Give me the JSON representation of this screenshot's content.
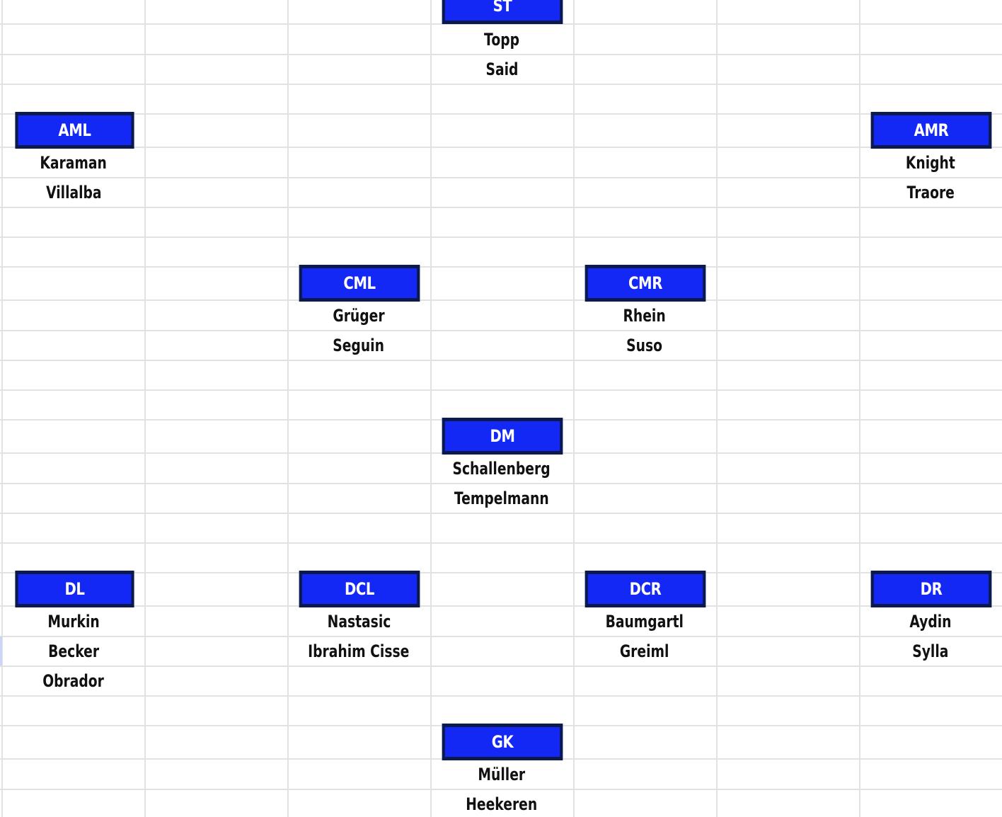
{
  "colors": {
    "header_fill": "#1428f5",
    "header_border": "#0b1a4a",
    "header_text": "#ffffff",
    "player_text": "#111111",
    "grid": "#e2e2e2"
  },
  "positions": {
    "st": {
      "label": "ST",
      "players": [
        "Topp",
        "Said"
      ]
    },
    "aml": {
      "label": "AML",
      "players": [
        "Karaman",
        "Villalba"
      ]
    },
    "amr": {
      "label": "AMR",
      "players": [
        "Knight",
        "Traore"
      ]
    },
    "cml": {
      "label": "CML",
      "players": [
        "Grüger",
        "Seguin"
      ]
    },
    "cmr": {
      "label": "CMR",
      "players": [
        "Rhein",
        "Suso"
      ]
    },
    "dm": {
      "label": "DM",
      "players": [
        "Schallenberg",
        "Tempelmann"
      ]
    },
    "dl": {
      "label": "DL",
      "players": [
        "Murkin",
        "Becker",
        "Obrador"
      ]
    },
    "dcl": {
      "label": "DCL",
      "players": [
        "Nastasic",
        "Ibrahim Cisse"
      ]
    },
    "dcr": {
      "label": "DCR",
      "players": [
        "Baumgartl",
        "Greiml"
      ]
    },
    "dr": {
      "label": "DR",
      "players": [
        "Aydin",
        "Sylla"
      ]
    },
    "gk": {
      "label": "GK",
      "players": [
        "Müller",
        "Heekeren"
      ]
    }
  }
}
